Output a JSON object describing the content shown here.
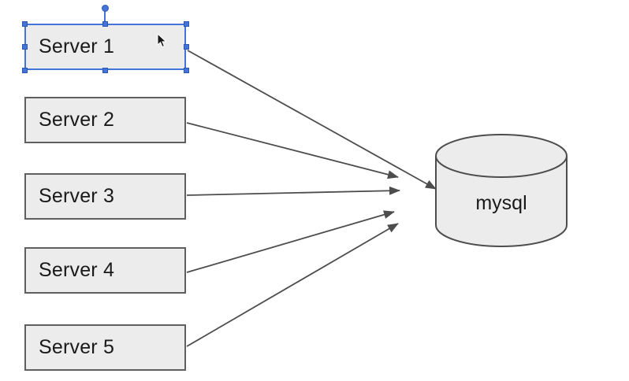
{
  "diagram": {
    "title": "servers-to-mysql-diagram",
    "nodes": [
      {
        "label": "Server 1",
        "shape": "rectangle",
        "selected": true
      },
      {
        "label": "Server 2",
        "shape": "rectangle",
        "selected": false
      },
      {
        "label": "Server 3",
        "shape": "rectangle",
        "selected": false
      },
      {
        "label": "Server 4",
        "shape": "rectangle",
        "selected": false
      },
      {
        "label": "Server 5",
        "shape": "rectangle",
        "selected": false
      },
      {
        "label": "mysql",
        "shape": "cylinder",
        "selected": false
      }
    ],
    "connections": [
      {
        "from": "Server 1",
        "to": "mysql",
        "arrow": "end"
      },
      {
        "from": "Server 2",
        "to": "mysql",
        "arrow": "end"
      },
      {
        "from": "Server 3",
        "to": "mysql",
        "arrow": "end"
      },
      {
        "from": "Server 4",
        "to": "mysql",
        "arrow": "end"
      },
      {
        "from": "Server 5",
        "to": "mysql",
        "arrow": "end"
      }
    ],
    "colors": {
      "background": "#ffffff",
      "node_fill": "#ececec",
      "node_border": "#5f5f5f",
      "connector": "#4d4d4d",
      "selection_blue": "#4274d9",
      "text": "#1a1a1a"
    }
  }
}
